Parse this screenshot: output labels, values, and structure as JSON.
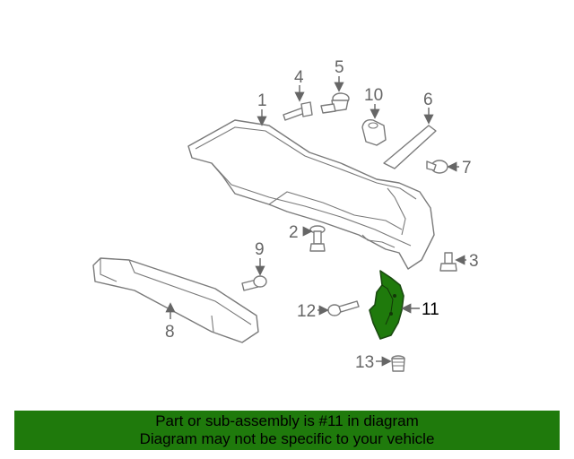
{
  "callouts": {
    "c1": "1",
    "c2": "2",
    "c3": "3",
    "c4": "4",
    "c5": "5",
    "c6": "6",
    "c7": "7",
    "c8": "8",
    "c9": "9",
    "c10": "10",
    "c11": "11",
    "c12": "12",
    "c13": "13"
  },
  "highlight_callout": "11",
  "colors": {
    "highlight_part": "#1f7a0c",
    "footer_bg": "#1f7a0c",
    "lines": "#7a7a7a"
  },
  "footer": {
    "line1": "Part or sub-assembly is #11 in diagram",
    "line2": "Diagram may not be specific to your vehicle"
  }
}
